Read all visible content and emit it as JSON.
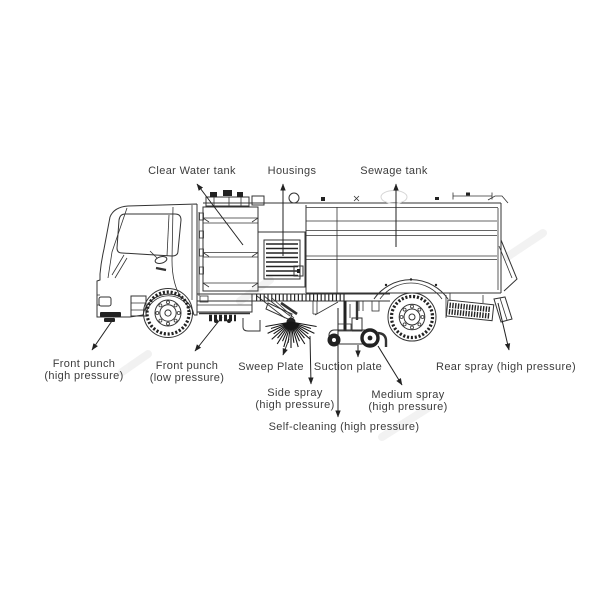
{
  "page": {
    "background": "#ffffff",
    "type": "technical-line-diagram",
    "subject": "Street sweeper truck component callout diagram"
  },
  "colors": {
    "line": "#333333",
    "dark_fill": "#222222",
    "label_text": "#3c3c3c"
  },
  "labels": {
    "clear_water_tank": {
      "text": "Clear Water tank"
    },
    "housings": {
      "text": "Housings"
    },
    "sewage_tank": {
      "text": "Sewage tank"
    },
    "front_punch_high": {
      "line1": "Front punch",
      "line2": "(high pressure)"
    },
    "front_punch_low": {
      "line1": "Front punch",
      "line2": "(low pressure)"
    },
    "sweep_plate": {
      "text": "Sweep Plate"
    },
    "suction_plate": {
      "text": "Suction plate"
    },
    "side_spray": {
      "line1": "Side spray",
      "line2": "(high pressure)"
    },
    "medium_spray": {
      "line1": "Medium spray",
      "line2": "(high pressure)"
    },
    "self_cleaning": {
      "text": "Self-cleaning (high pressure)"
    },
    "rear_spray": {
      "text": "Rear spray (high pressure)"
    }
  }
}
